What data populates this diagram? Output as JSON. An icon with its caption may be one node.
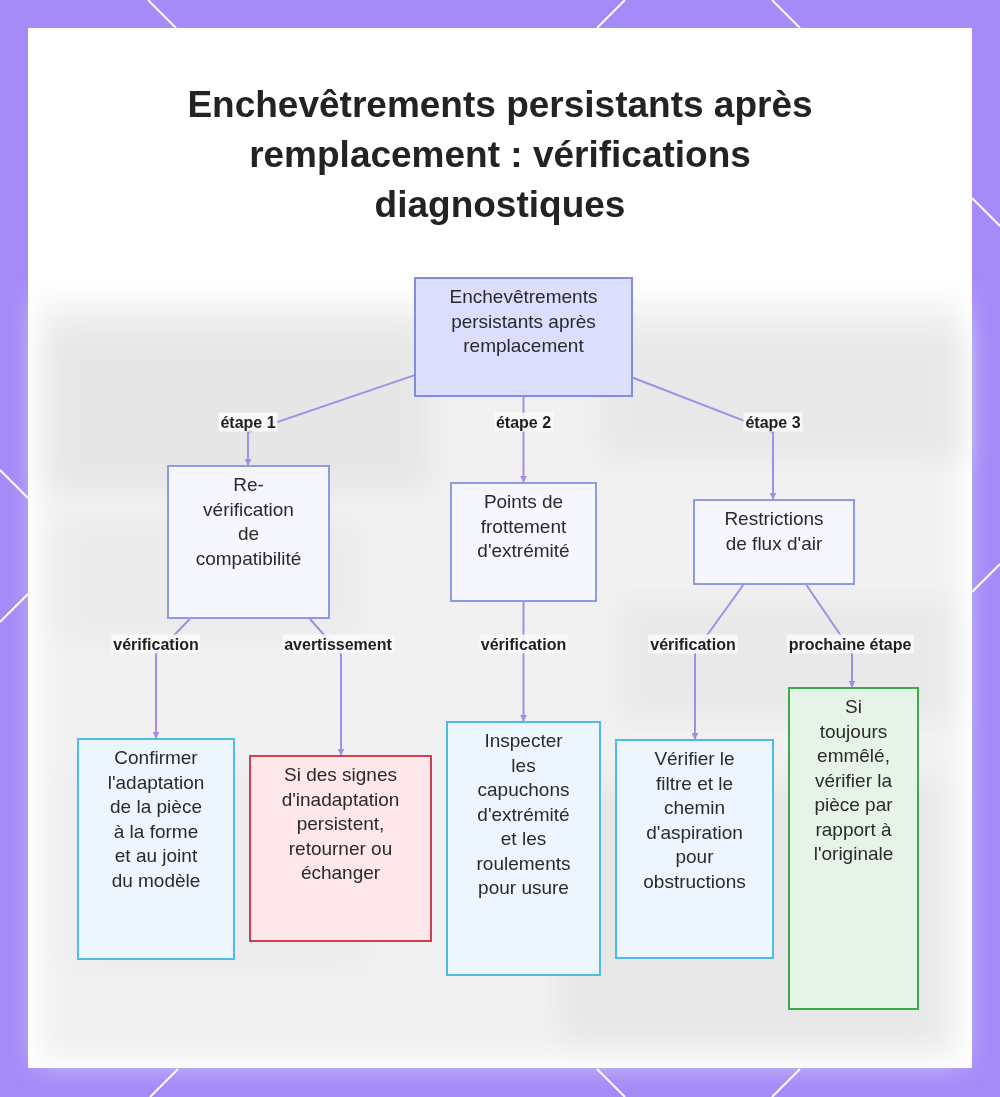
{
  "diagram": {
    "title": "Enchevêtrements persistants après remplacement : vérifications diagnostiques",
    "nodes": [
      {
        "text": [
          "Enchevêtrements persistants après remplacement"
        ]
      },
      {
        "text": [
          "Re-vérification de compatibilité"
        ]
      },
      {
        "text": [
          "Points de frottement d'extrémité"
        ]
      },
      {
        "text": [
          "Restrictions de flux d'air"
        ]
      },
      {
        "text": [
          "Confirmer l'adaptation de la pièce à la forme et au joint du modèle"
        ]
      },
      {
        "text": [
          "Si des signes d'inadaptation persistent, retourner ou échanger"
        ]
      },
      {
        "text": [
          "Inspecter les capuchons d'extrémité et les roulements pour usure"
        ]
      },
      {
        "text": [
          "Vérifier le filtre et le chemin d'aspiration pour obstructions"
        ]
      },
      {
        "text": [
          "Si toujours emmêlé, vérifier la pièce par rapport à l'originale"
        ]
      }
    ],
    "edges": [
      {
        "from": 0,
        "to": 1,
        "arrow": "to",
        "label": "étape 1"
      },
      {
        "from": 0,
        "to": 2,
        "arrow": "to",
        "label": "étape 2"
      },
      {
        "from": 0,
        "to": 3,
        "arrow": "to",
        "label": "étape 3"
      },
      {
        "from": 1,
        "to": 4,
        "arrow": "to",
        "label": "vérification"
      },
      {
        "from": 1,
        "to": 5,
        "arrow": "to",
        "label": "avertissement"
      },
      {
        "from": 2,
        "to": 6,
        "arrow": "to",
        "label": "vérification"
      },
      {
        "from": 3,
        "to": 7,
        "arrow": "to",
        "label": "vérification"
      },
      {
        "from": 3,
        "to": 8,
        "arrow": "to",
        "label": "prochaine étape"
      }
    ]
  }
}
